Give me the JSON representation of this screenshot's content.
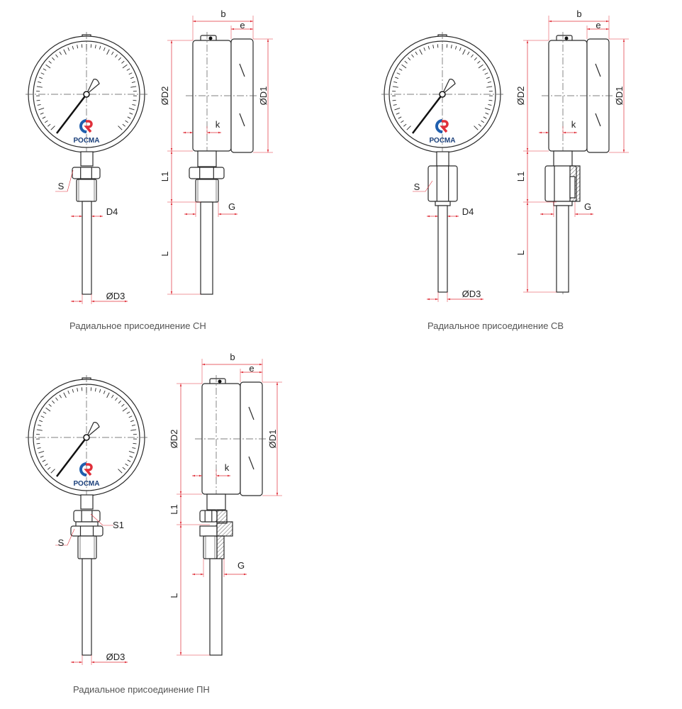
{
  "logo_text": "РОСМА",
  "colors": {
    "line": "#2a2a2a",
    "dimension": "#e0303a",
    "centerline": "#555555",
    "logo_blue": "#1f5fae",
    "logo_red": "#e0303a",
    "caption": "#555555"
  },
  "dimension_labels": {
    "b": "b",
    "e": "e",
    "d2": "ØD2",
    "d1": "ØD1",
    "k": "k",
    "l1": "L1",
    "l": "L",
    "g": "G",
    "s": "S",
    "s1": "S1",
    "d4": "D4",
    "d3": "ØD3"
  },
  "variants": [
    {
      "id": "CH",
      "caption": "Радиальное присоединение СН"
    },
    {
      "id": "CB",
      "caption": "Радиальное присоединение СВ"
    },
    {
      "id": "PN",
      "caption": "Радиальное присоединение ПН"
    }
  ]
}
